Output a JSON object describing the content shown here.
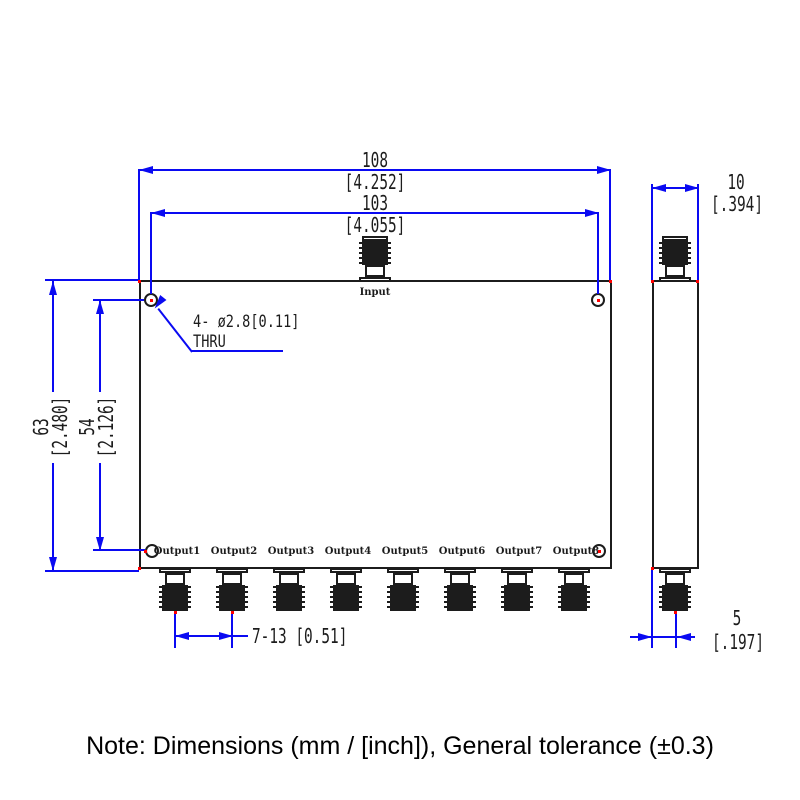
{
  "top_view": {
    "input_label": "Input",
    "output_labels": [
      "Output1",
      "Output2",
      "Output3",
      "Output4",
      "Output5",
      "Output6",
      "Output7",
      "Output8"
    ],
    "hole_callout": {
      "line1": "4- ø2.8[0.11]",
      "line2": "THRU"
    }
  },
  "dimensions": {
    "overall_width_mm": "108",
    "overall_width_in": "[4.252]",
    "hole_span_h_mm": "103",
    "hole_span_h_in": "[4.055]",
    "overall_height_mm": "63",
    "overall_height_in": "[2.480]",
    "hole_span_v_mm": "54",
    "hole_span_v_in": "[2.126]",
    "side_width_mm": "10",
    "side_width_in": "[.394]",
    "port_offset_mm": "5",
    "port_offset_in": "[.197]",
    "output_pitch": "7-13 [0.51]"
  },
  "note": "Note: Dimensions (mm / [inch]), General tolerance (±0.3)",
  "colors": {
    "dimension_blue": "#0a0af2",
    "line_black": "#1c1c1c",
    "marker_red": "#ff0000"
  }
}
